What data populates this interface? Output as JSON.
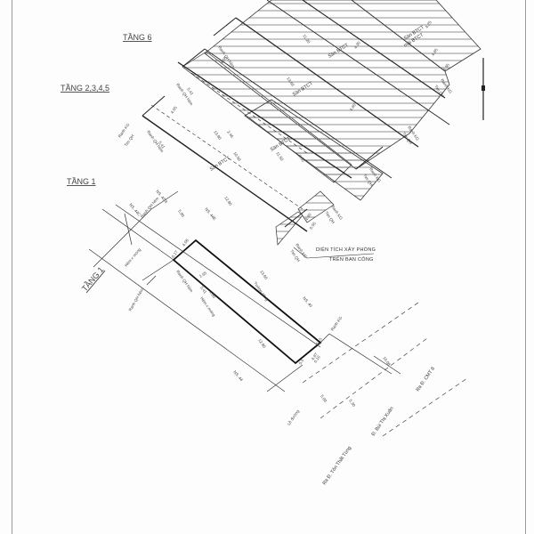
{
  "drawing": {
    "floors": {
      "floor6": "TẦNG 6",
      "floor2345": "TẦNG 2,3,4,5",
      "floor1_a": "TẦNG 1",
      "floor1_b": "TẦNG 1"
    },
    "slab_labels": {
      "slab_top": "Sàn BTCT",
      "slab_top_sub": "mái BTCT",
      "slab_mid": "Sàn BTCT",
      "slab_upper": "Sàn BTCT",
      "slab_lower": "Sàn BTCT",
      "slab_left": "Sàn BTCT"
    },
    "boundary_labels": {
      "ranh_kg": "Ranh KG",
      "ranh_qh": "Ranh QH",
      "ranh_qh_hem": "Ranh QH hẻm",
      "tim_qh": "Tim QH",
      "hem_x_mong": "Hẻm x móng",
      "tuong_rieng": "Tường riêng",
      "le_duong": "Lề đường"
    },
    "house_numbers": {
      "ns_42": "NS. 42/4",
      "ns_44c": "NS. 44C",
      "ns_44e": "NS. 44E",
      "ns_40": "NS. 40",
      "ns_44": "NS. 44"
    },
    "annotation": {
      "line1": "DIỆN TÍCH XÂY PHÒNG",
      "line2": "TRÊN BAN CÔNG"
    },
    "roads": {
      "bui_thi_xuan": "Đ. Bùi Thị Xuân",
      "ton_that_tung": "Ra Đ. Tôn Thất Tùng",
      "cmt8": "Ra Đ. CMT 8"
    },
    "dimensions": {
      "d_13_80": "13.80",
      "d_12_80": "12.80",
      "d_11_20": "11.20",
      "d_11_50": "11.50",
      "d_10_50": "10.50",
      "d_10_08": "10.08",
      "d_13_60": "13.60",
      "d_4_05": "4.05",
      "d_4_06": "4.06",
      "d_4_30": "4.30",
      "d_4_25": "4.25",
      "d_4_35": "4.35",
      "d_4_85": "4.85",
      "d_5_41": "5.41",
      "d_5_80": "5.80",
      "d_5_5": "5.5",
      "d_5_30": "5.30",
      "d_5_00": "5.00",
      "d_1_65": "1.65",
      "d_1_80": "1.80",
      "d_2_46": "2.46",
      "d_0_10": "0.10",
      "d_0_15": "0.15",
      "d_0_17": "0.17",
      "d_0_55": "0.55",
      "d_9_60": "9.60",
      "d_4_80": "4.80",
      "d_4_87": "4.87"
    }
  }
}
